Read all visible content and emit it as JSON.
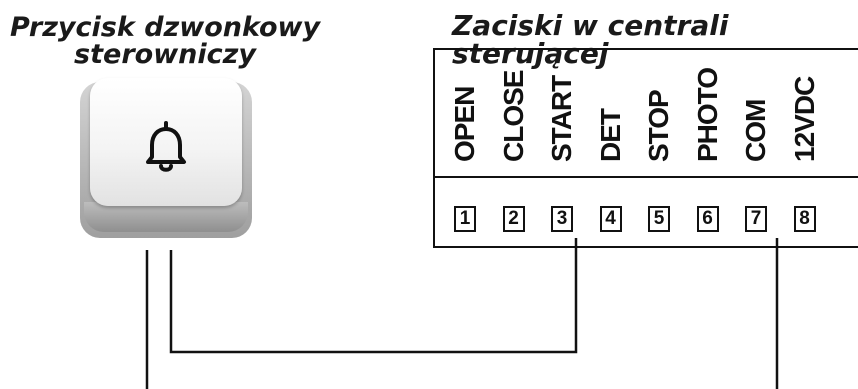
{
  "button": {
    "title_line1": "Przycisk dzwonkowy",
    "title_line2": "sterowniczy",
    "icon": "bell-icon"
  },
  "terminal_block": {
    "title": "Zaciski w centrali sterującej",
    "terminals": [
      {
        "label": "OPEN",
        "number": "1"
      },
      {
        "label": "CLOSE",
        "number": "2"
      },
      {
        "label": "START",
        "number": "3"
      },
      {
        "label": "DET",
        "number": "4"
      },
      {
        "label": "STOP",
        "number": "5"
      },
      {
        "label": "PHOTO",
        "number": "6"
      },
      {
        "label": "COM",
        "number": "7"
      },
      {
        "label": "12VDC",
        "number": "8"
      }
    ]
  },
  "connections": [
    {
      "from": "button",
      "to_terminal": "3"
    },
    {
      "from": "button",
      "to_terminal": "7"
    }
  ],
  "colors": {
    "line": "#111111",
    "background": "#ffffff"
  }
}
